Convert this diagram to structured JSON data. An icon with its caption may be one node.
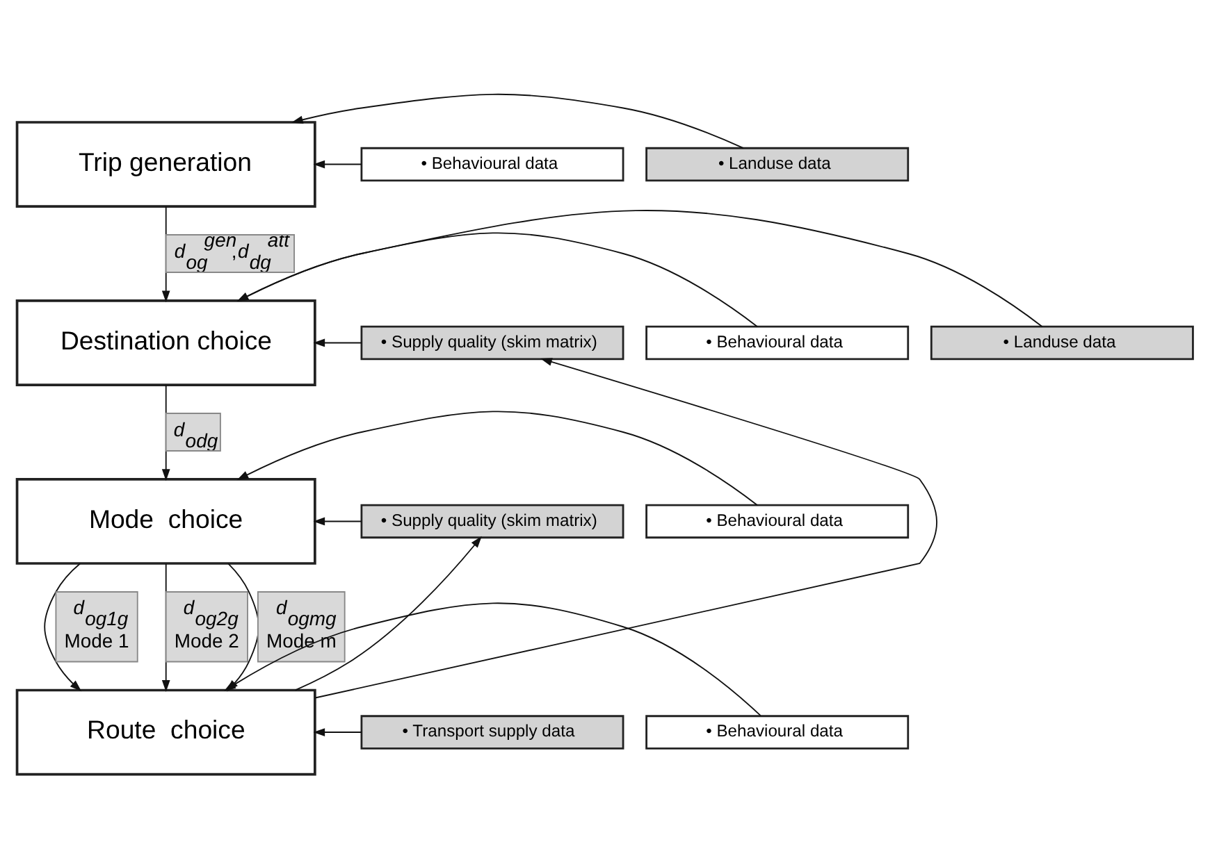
{
  "diagram": {
    "nodes": [
      {
        "text": [
          "Trip generation"
        ]
      },
      {
        "text": [
          "• Landuse data"
        ]
      },
      {
        "text": [
          "• Behavioural data"
        ]
      },
      {
        "text": [
          "Destination choice"
        ]
      },
      {
        "text": [
          "• Landuse data"
        ]
      },
      {
        "text": [
          "• Behavioural data"
        ]
      },
      {
        "text": [
          "• Supply quality (skim matrix)"
        ]
      },
      {
        "text": [
          "Mode  choice"
        ]
      },
      {
        "text": [
          "• Behavioural data"
        ]
      },
      {
        "text": [
          "• Supply quality (skim matrix)"
        ]
      },
      {
        "text": [
          "Route  choice"
        ]
      },
      {
        "text": [
          "• Behavioural data"
        ]
      },
      {
        "text": [
          "• Transport supply data"
        ]
      }
    ],
    "edges": [
      {
        "from": 1,
        "to": 0,
        "arrow": "to"
      },
      {
        "from": 2,
        "to": 0,
        "arrow": "to"
      },
      {
        "from": 0,
        "to": 3,
        "arrow": "to",
        "label": "*d*$_{og}$$^{gen}$,*d*$_{dg}$$^{att}$"
      },
      {
        "from": 4,
        "to": 3,
        "arrow": "to"
      },
      {
        "from": 5,
        "to": 3,
        "arrow": "to"
      },
      {
        "from": 6,
        "to": 3,
        "arrow": "to"
      },
      {
        "from": 3,
        "to": 7,
        "arrow": "to",
        "label": "*d*$_{odg}$"
      },
      {
        "from": 8,
        "to": 7,
        "arrow": "to"
      },
      {
        "from": 9,
        "to": 7,
        "arrow": "to"
      },
      {
        "from": 7,
        "to": 10,
        "arrow": "to",
        "label": "*d*$_{og1g}$ Mode 1"
      },
      {
        "from": 7,
        "to": 10,
        "arrow": "to",
        "label": "*d*$_{og2g}$ Mode 2"
      },
      {
        "from": 7,
        "to": 10,
        "arrow": "to",
        "label": "*d*$_{ogmg}$ Mode m"
      },
      {
        "from": 11,
        "to": 10,
        "arrow": "to"
      },
      {
        "from": 12,
        "to": 10,
        "arrow": "to"
      },
      {
        "from": 10,
        "to": 6,
        "arrow": "to"
      },
      {
        "from": 10,
        "to": 9,
        "arrow": "to"
      }
    ]
  }
}
